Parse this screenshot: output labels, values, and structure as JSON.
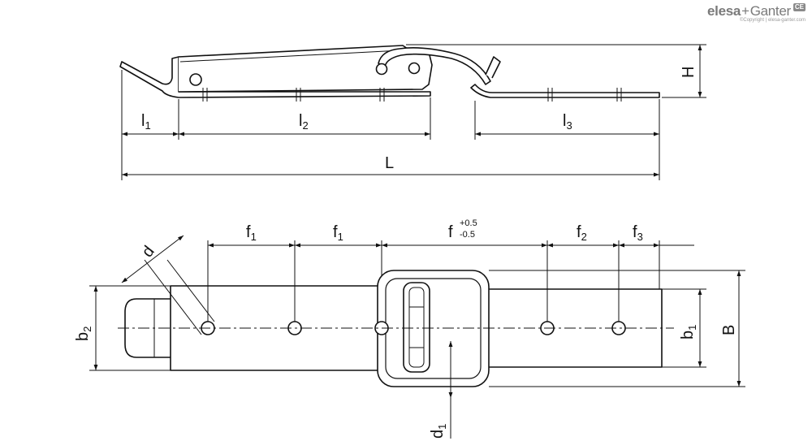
{
  "brand": {
    "elesa": "elesa",
    "plus": "+",
    "ganter": "Ganter",
    "badge": "CE",
    "copyright": "©Copyright | elesa-ganter.com"
  },
  "labels": {
    "l1": "l",
    "l1_sub": "1",
    "l2": "l",
    "l2_sub": "2",
    "l3": "l",
    "l3_sub": "3",
    "L": "L",
    "H": "H",
    "d": "d",
    "f1a": "f",
    "f1a_sub": "1",
    "f1b": "f",
    "f1b_sub": "1",
    "f": "f",
    "f_tol_plus": "+0.5",
    "f_tol_minus": "-0.5",
    "f2": "f",
    "f2_sub": "2",
    "f3": "f",
    "f3_sub": "3",
    "b1": "b",
    "b1_sub": "1",
    "b2": "b",
    "b2_sub": "2",
    "B": "B",
    "d1": "d",
    "d1_sub": "1"
  }
}
